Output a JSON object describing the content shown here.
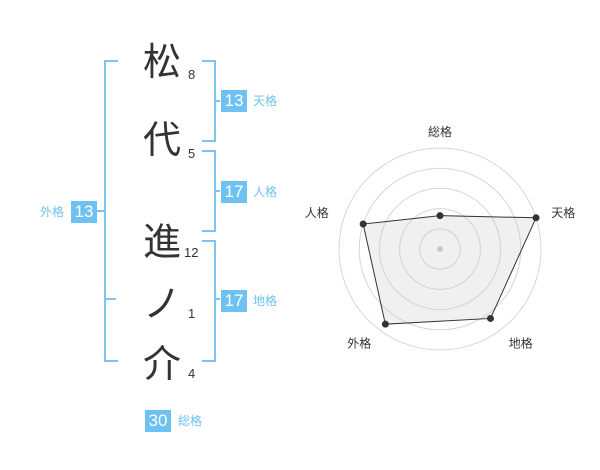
{
  "name": {
    "characters": [
      "松",
      "代",
      "進",
      "ノ",
      "介"
    ],
    "strokes": [
      "8",
      "5",
      "12",
      "1",
      "4"
    ]
  },
  "grades": {
    "tenkaku": {
      "value": "13",
      "label": "天格"
    },
    "jinkaku": {
      "value": "17",
      "label": "人格"
    },
    "chikaku": {
      "value": "17",
      "label": "地格"
    },
    "gaikaku": {
      "value": "13",
      "label": "外格"
    },
    "soukaku": {
      "value": "30",
      "label": "総格"
    }
  },
  "colors": {
    "accent": "#6ec1f0",
    "bracket": "#7fc4ef",
    "text": "#333333"
  },
  "chart_data": {
    "type": "radar",
    "axes": [
      "総格",
      "天格",
      "地格",
      "外格",
      "人格"
    ],
    "values": [
      0.33,
      1.0,
      0.85,
      0.92,
      0.8
    ],
    "rings": 5
  }
}
